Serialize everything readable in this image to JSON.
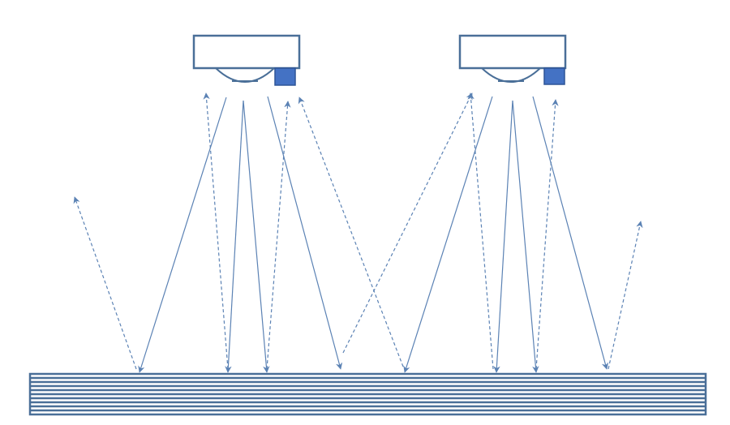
{
  "diagram": {
    "kind": "light-reflection-schematic",
    "colors": {
      "outline": "#4a6f98",
      "ray": "#5b82b4",
      "sensor_fill": "#4472c4",
      "sensor_stroke": "#2f5597",
      "background": "#ffffff"
    },
    "components": [
      {
        "name": "light-unit-left",
        "parts": [
          "housing",
          "lens",
          "sensor"
        ]
      },
      {
        "name": "light-unit-right",
        "parts": [
          "housing",
          "lens",
          "sensor"
        ]
      },
      {
        "name": "striped-surface",
        "stripe_count": 9
      }
    ],
    "ray_styles": {
      "incident": "solid-arrow",
      "reflected": "dashed-arrow"
    }
  }
}
